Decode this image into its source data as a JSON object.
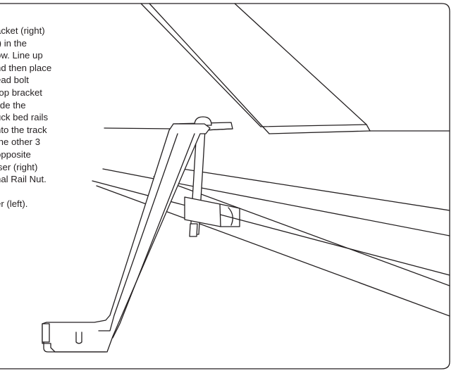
{
  "instructions": {
    "lines": [
      "acket (right)",
      "t) in the",
      "ow. Line up",
      "nd then place",
      "ead bolt",
      "rop bracket",
      "lide the",
      "uck bed rails",
      "nto the track",
      "the other 3",
      "opposite",
      "iser (right)",
      "nal Rail Nut."
    ],
    "final_line": "er (left)."
  },
  "colors": {
    "ink": "#231f20",
    "background": "#ffffff"
  }
}
